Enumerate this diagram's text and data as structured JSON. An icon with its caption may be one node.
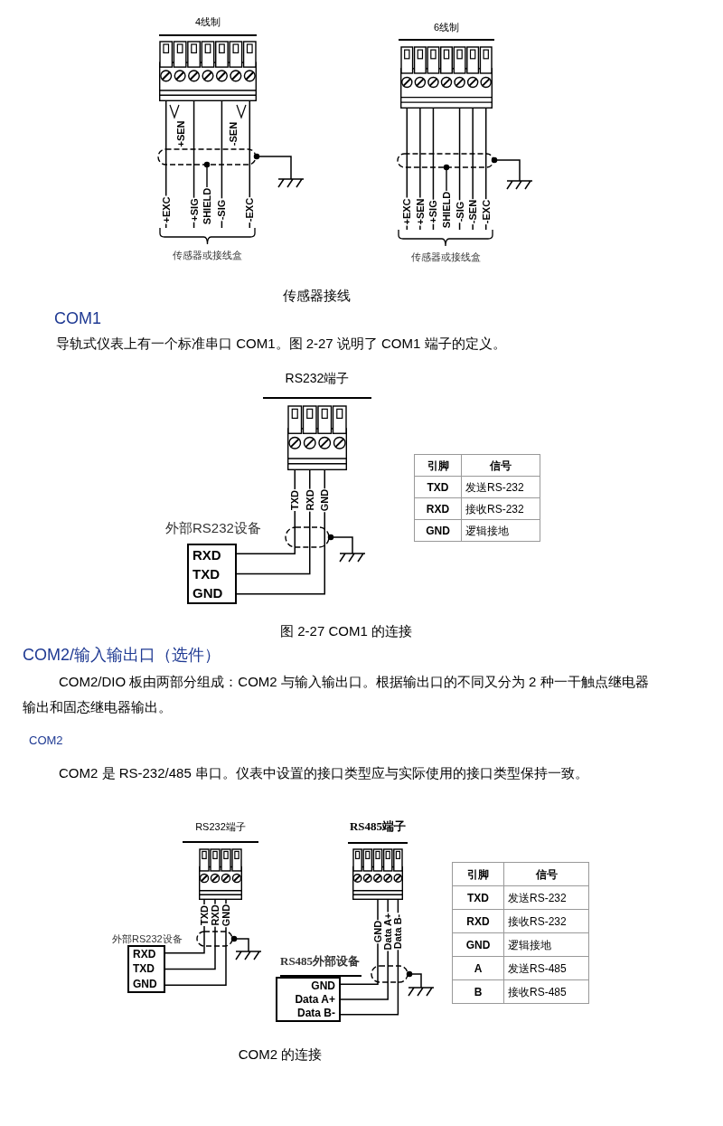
{
  "diagram": {
    "nodes": [
      {
        "text": [
          "4线制"
        ]
      },
      {
        "text": [
          "传感器或接线盒"
        ]
      },
      {
        "text": [
          "6线制"
        ]
      },
      {
        "text": [
          "传感器或接线盒"
        ]
      },
      {
        "text": [
          "RS232端子"
        ]
      },
      {
        "text": [
          "RXD",
          "TXD",
          "GND"
        ],
        "beside": [
          "外部RS232设备"
        ]
      },
      {
        "text": [
          "RS232端子"
        ]
      },
      {
        "text": [
          "RXD",
          "TXD",
          "GND"
        ],
        "beside": [
          "外部RS232设备"
        ]
      },
      {
        "text": [
          "RS485端子"
        ]
      },
      {
        "text": [
          "GND",
          "Data A+",
          "Data B-"
        ],
        "beside": [
          "RS485外部设备"
        ]
      }
    ],
    "edges": [
      {
        "from": 0,
        "to": 1,
        "arrow": "none",
        "label": "+EXC"
      },
      {
        "from": 0,
        "to": 1,
        "arrow": "none",
        "label": "+SIG"
      },
      {
        "from": 0,
        "to": 1,
        "arrow": "none",
        "label": "-SIG"
      },
      {
        "from": 0,
        "to": 1,
        "arrow": "none",
        "label": "-EXC"
      },
      {
        "from": 2,
        "to": 3,
        "arrow": "none",
        "label": "+EXC"
      },
      {
        "from": 2,
        "to": 3,
        "arrow": "none",
        "label": "+SEN"
      },
      {
        "from": 2,
        "to": 3,
        "arrow": "none",
        "label": "+SIG"
      },
      {
        "from": 2,
        "to": 3,
        "arrow": "none",
        "label": "-SIG"
      },
      {
        "from": 2,
        "to": 3,
        "arrow": "none",
        "label": "-SEN"
      },
      {
        "from": 2,
        "to": 3,
        "arrow": "none",
        "label": "-EXC"
      },
      {
        "from": 4,
        "to": 5,
        "arrow": "none",
        "label": "TXD"
      },
      {
        "from": 4,
        "to": 5,
        "arrow": "none",
        "label": "RXD"
      },
      {
        "from": 4,
        "to": 5,
        "arrow": "none",
        "label": "GND"
      },
      {
        "from": 6,
        "to": 7,
        "arrow": "none",
        "label": "TXD"
      },
      {
        "from": 6,
        "to": 7,
        "arrow": "none",
        "label": "RXD"
      },
      {
        "from": 6,
        "to": 7,
        "arrow": "none",
        "label": "GND"
      },
      {
        "from": 8,
        "to": 9,
        "arrow": "none",
        "label": "GND"
      },
      {
        "from": 8,
        "to": 9,
        "arrow": "none",
        "label": "Data A+"
      },
      {
        "from": 8,
        "to": 9,
        "arrow": "none",
        "label": "Data B-"
      }
    ],
    "labels": [
      "+SEN",
      "-SEN",
      "SHIELD",
      "SHIELD",
      "传感器接线",
      "COM1",
      "导轨式仪表上有一个标准串口 COM1。图 2-27 说明了 COM1 端子的定义。",
      "引脚",
      "信号",
      "TXD",
      "发送RS-232",
      "RXD",
      "接收RS-232",
      "GND",
      "逻辑接地",
      "图 2-27 COM1 的连接",
      "COM2/输入输出口（选件）",
      "COM2/DIO 板由两部分组成：COM2 与输入输出口。根据输出口的不同又分为 2 种一干触点继电器输出和固态继电器输出。",
      "COM2",
      "COM2 是 RS-232/485 串口。仪表中设置的接口类型应与实际使用的接口类型保持一致。",
      "引脚",
      "信号",
      "TXD",
      "发送RS-232",
      "RXD",
      "接收RS-232",
      "GND",
      "逻辑接地",
      "A",
      "发送RS-485",
      "B",
      "接收RS-485",
      "COM2 的连接"
    ]
  }
}
